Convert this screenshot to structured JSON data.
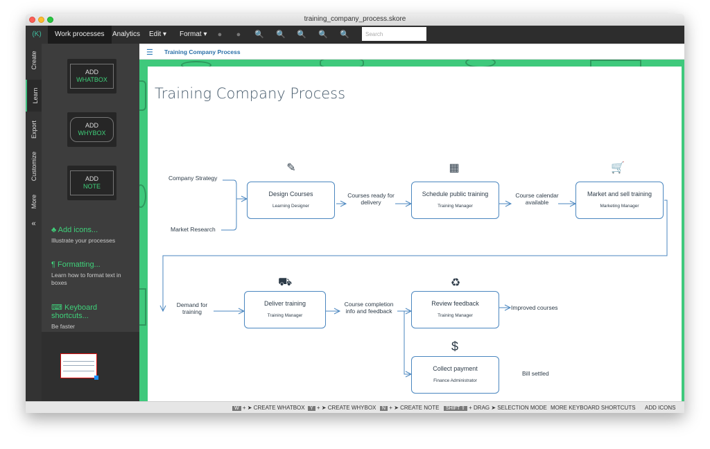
{
  "window": {
    "title": "training_company_process.skore"
  },
  "menubar": {
    "logo": "(K)",
    "tabs": [
      "Work processes",
      "Analytics"
    ],
    "menus": [
      "Edit ▾",
      "Format ▾"
    ],
    "search_placeholder": "Search"
  },
  "vertical_tabs": [
    "Create",
    "Learn",
    "Export",
    "Customize",
    "More"
  ],
  "collapse_glyph": "«",
  "create_panel": {
    "add_whatbox": {
      "line1": "ADD",
      "line2": "WHATBOX"
    },
    "add_whybox": {
      "line1": "ADD",
      "line2": "WHYBOX"
    },
    "add_note": {
      "line1": "ADD",
      "line2": "NOTE"
    },
    "hints": [
      {
        "icon": "♣",
        "title": "Add icons...",
        "desc": "Illustrate your processes"
      },
      {
        "icon": "¶",
        "title": "Formatting...",
        "desc": "Learn how to format text in boxes"
      },
      {
        "icon": "⌨",
        "title": "Keyboard shortcuts...",
        "desc": "Be faster"
      }
    ]
  },
  "breadcrumb": {
    "text": "Training Company Process"
  },
  "process": {
    "title": "Training Company Process",
    "inputs": [
      "Company Strategy",
      "Market Research"
    ],
    "boxes": [
      {
        "title": "Design Courses",
        "role": "Learning Designer",
        "icon": "pencil-icon"
      },
      {
        "title": "Schedule public training",
        "role": "Training Manager",
        "icon": "calendar-icon"
      },
      {
        "title": "Market and sell training",
        "role": "Marketing Manager",
        "icon": "cart-icon"
      },
      {
        "title": "Deliver training",
        "role": "Training Manager",
        "icon": "truck-icon"
      },
      {
        "title": "Review feedback",
        "role": "Training Manager",
        "icon": "recycle-icon"
      },
      {
        "title": "Collect payment",
        "role": "Finance Administrator",
        "icon": "dollar-icon"
      }
    ],
    "outputs": [
      "Courses ready for delivery",
      "Course calendar available",
      "Demand for training",
      "Course completion info and feedback",
      "Improved courses",
      "Bill settled"
    ]
  },
  "statusbar": [
    {
      "key": "W",
      "action": "CREATE WHATBOX"
    },
    {
      "key": "Y",
      "action": "CREATE WHYBOX"
    },
    {
      "key": "N",
      "action": "CREATE NOTE"
    },
    {
      "key": "SHIFT ⇧",
      "action": "SELECTION MODE"
    }
  ],
  "statusbar_links": [
    "MORE KEYBOARD SHORTCUTS",
    "ADD ICONS"
  ],
  "colors": {
    "accent": "#3fc97c",
    "box_border": "#4a86bf",
    "toolbar": "#2d2d2d"
  }
}
